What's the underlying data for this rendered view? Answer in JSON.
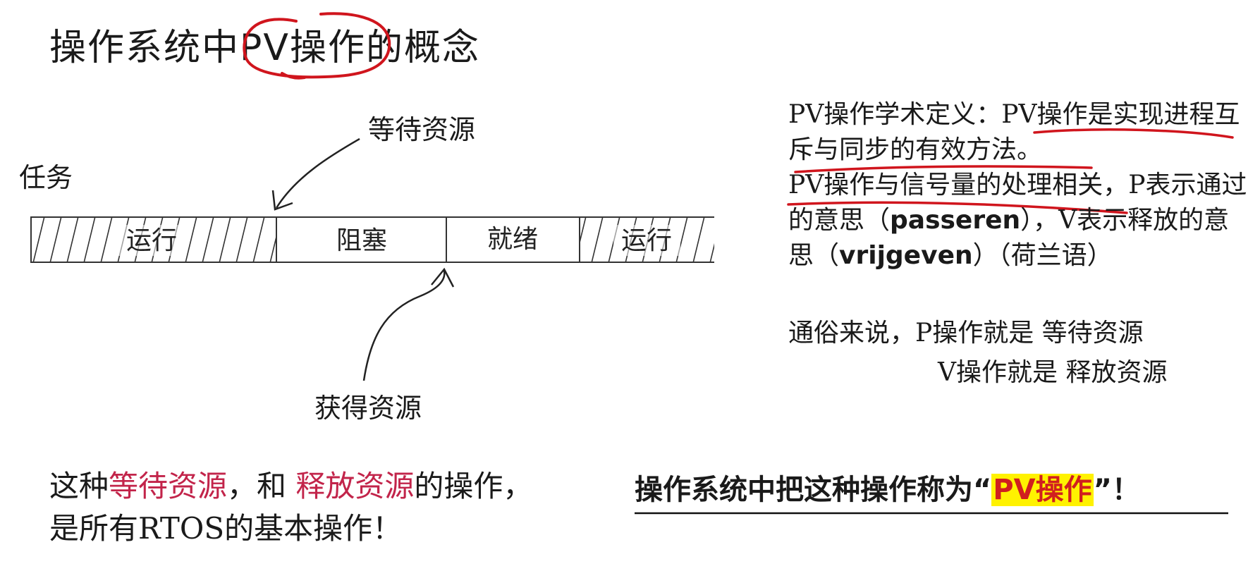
{
  "title": {
    "prefix": "操作系统中",
    "highlight": "PV操作",
    "suffix": "的概念"
  },
  "diagram": {
    "task_label": "任务",
    "wait_label": "等待资源",
    "acquire_label": "获得资源",
    "segments": [
      "运行",
      "阻塞",
      "就绪",
      "运行"
    ]
  },
  "definition": {
    "p1": "PV操作学术定义：PV操作是实现进程互斥与同步的有效方法。",
    "p2_pre": "PV操作与信号量的处理相关，P表示通过的意思（",
    "p2_word1": "passeren",
    "p2_mid": "），V表示释放的意思（",
    "p2_word2": "vrijgeven",
    "p2_post": "）（荷兰语）"
  },
  "colloquial": {
    "line1": "通俗来说，P操作就是 等待资源",
    "line2": "V操作就是 释放资源"
  },
  "bottom_left": {
    "pre": "这种",
    "red1": "等待资源",
    "mid": "，和 ",
    "red2": "释放资源",
    "post": "的操作，",
    "line2": "是所有RTOS的基本操作！"
  },
  "conclusion": {
    "pre": "操作系统中把这种操作称为“",
    "emph": "PV操作",
    "post": "”！"
  },
  "colors": {
    "red_text": "#c2244a",
    "annotation_red": "#d0151d",
    "highlight_yellow": "#fff200"
  }
}
